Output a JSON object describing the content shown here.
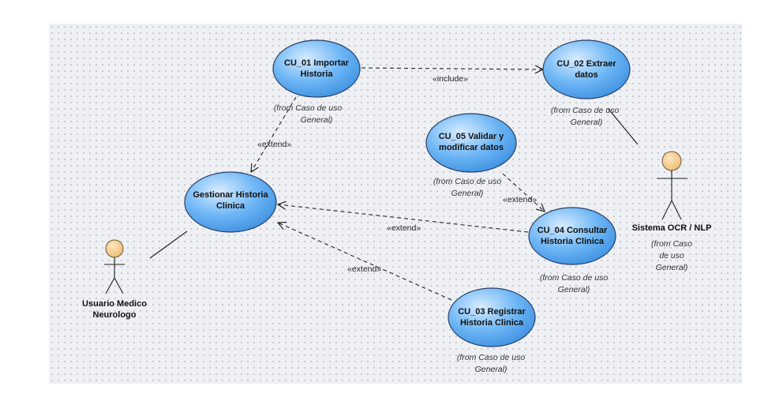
{
  "use_cases": {
    "cu01": {
      "line1": "CU_01 Importar",
      "line2": "Historia",
      "from1": "(from Caso de uso",
      "from2": "General)"
    },
    "cu02": {
      "line1": "CU_02 Extraer",
      "line2": "datos",
      "from1": "(from Caso de uso",
      "from2": "General)"
    },
    "cu05": {
      "line1": "CU_05 Validar y",
      "line2": "modificar datos",
      "from1": "(from Caso de uso",
      "from2": "General)"
    },
    "gestionar": {
      "line1": "Gestionar Historia",
      "line2": "Clinica"
    },
    "cu04": {
      "line1": "CU_04 Consultar",
      "line2": "Historia Clinica",
      "from1": "(from Caso de uso",
      "from2": "General)"
    },
    "cu03": {
      "line1": "CU_03 Registrar",
      "line2": "Historia Clinica",
      "from1": "(from Caso de uso",
      "from2": "General)"
    }
  },
  "actors": {
    "medico": {
      "line1": "Usuario Medico",
      "line2": "Neurologo"
    },
    "ocr": {
      "line1": "Sistema OCR / NLP",
      "from1": "(from Caso",
      "from2": "de uso",
      "from3": "General)"
    }
  },
  "relations": {
    "include_label": "«include»",
    "extend_cu01": "«extend»",
    "extend_cu05": "«extend»",
    "extend_cu04": "«extend»",
    "extend_cu03": "«extend»"
  },
  "colors": {
    "usecase_fill": "#5aaaf0",
    "usecase_stroke": "#2a3f66",
    "actor_head": "#f5cc8a",
    "canvas_bg": "#eef0f4"
  }
}
